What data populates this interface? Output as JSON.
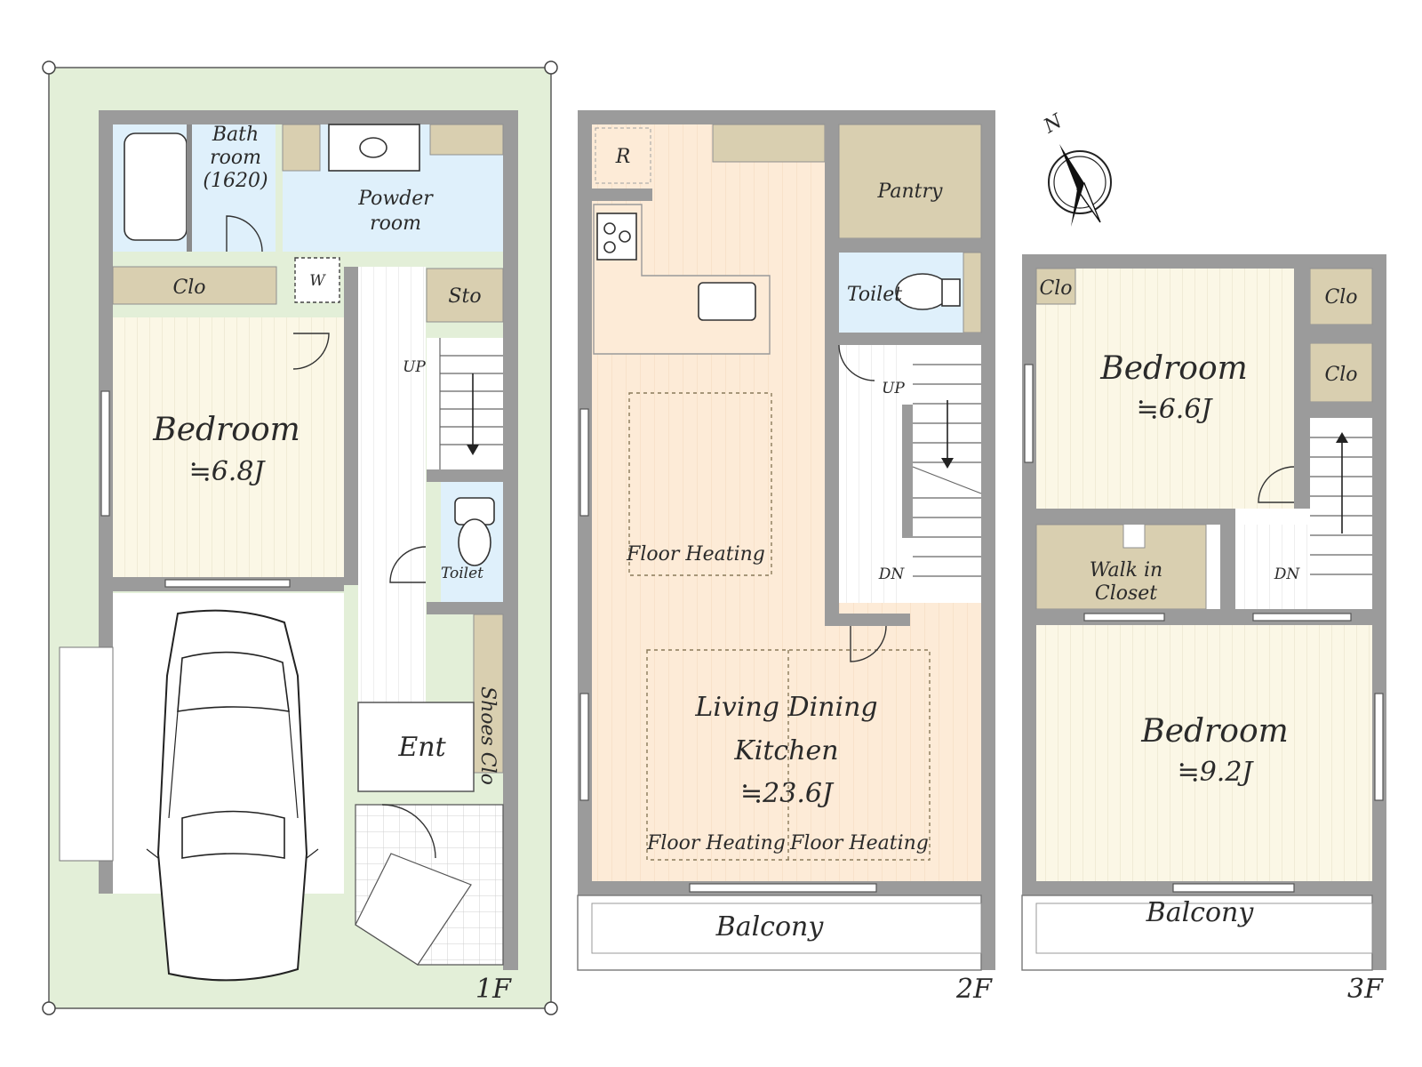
{
  "floors": {
    "f1": {
      "label": "1F",
      "rooms": {
        "bath": [
          "Bath",
          "room",
          "(1620)"
        ],
        "powder": [
          "Powder",
          "room"
        ],
        "washer": "W",
        "clo": "Clo",
        "sto": "Sto",
        "bedroom": "Bedroom",
        "bedroom_size": "≒6.8J",
        "toilet": "Toilet",
        "ent": "Ent",
        "shoes_clo": "Shoes Clo",
        "up": "UP"
      }
    },
    "f2": {
      "label": "2F",
      "rooms": {
        "fridge": "R",
        "pantry": "Pantry",
        "toilet": "Toilet",
        "floor_heating": "Floor Heating",
        "ldk": [
          "Living Dining",
          "Kitchen"
        ],
        "ldk_size": "≒23.6J",
        "balcony": "Balcony",
        "up": "UP",
        "dn": "DN"
      }
    },
    "f3": {
      "label": "3F",
      "rooms": {
        "clo": "Clo",
        "bedroom": "Bedroom",
        "bedroom1_size": "≒6.6J",
        "wic": [
          "Walk in",
          "Closet"
        ],
        "bedroom2_size": "≒9.2J",
        "balcony": "Balcony",
        "dn": "DN"
      }
    }
  },
  "compass": {
    "north": "N"
  },
  "colors": {
    "lot": "#e3efd8",
    "wall": "#9b9b9b",
    "bedroom_floor": "#fbf7e6",
    "ldk_floor": "#fdebd7",
    "wet_area": "#dff0fb",
    "storage": "#d9cfb0"
  }
}
